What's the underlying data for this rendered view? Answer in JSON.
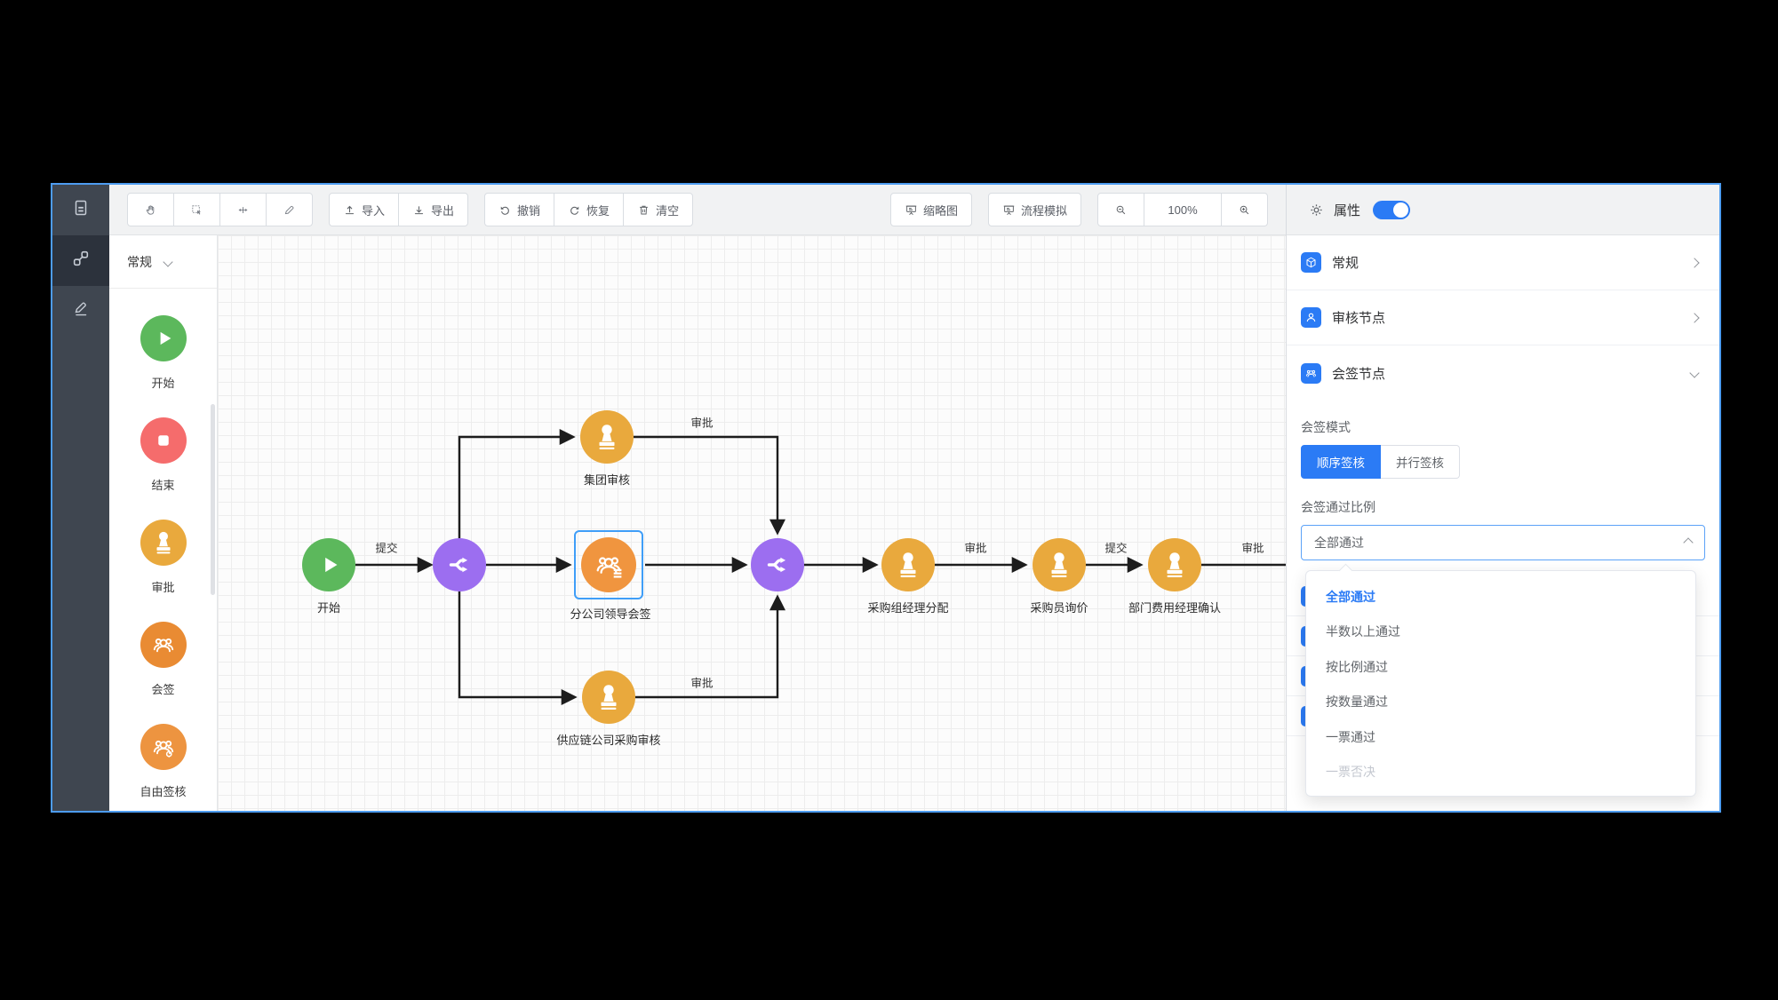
{
  "sidebar": {
    "items": [
      {
        "icon": "document-icon"
      },
      {
        "icon": "flow-icon",
        "active": true
      },
      {
        "icon": "pencil-icon"
      }
    ]
  },
  "toolbar": {
    "tools": [
      {
        "icon": "hand-icon"
      },
      {
        "icon": "marquee-select-icon"
      },
      {
        "icon": "fit-icon"
      },
      {
        "icon": "pen-icon"
      }
    ],
    "import_label": "导入",
    "export_label": "导出",
    "undo_label": "撤销",
    "redo_label": "恢复",
    "clear_label": "清空",
    "thumbnail_label": "缩略图",
    "simulation_label": "流程模拟",
    "zoom_level": "100%"
  },
  "palette": {
    "group_label": "常规",
    "items": [
      {
        "label": "开始",
        "icon": "play-icon",
        "color": "#5cb85c"
      },
      {
        "label": "结束",
        "icon": "stop-icon",
        "color": "#f56c6c"
      },
      {
        "label": "审批",
        "icon": "stamp-icon",
        "color": "#e9a93d"
      },
      {
        "label": "会签",
        "icon": "people-icon",
        "color": "#e98b33"
      },
      {
        "label": "自由签核",
        "icon": "people-gear-icon",
        "color": "#ed9440"
      }
    ]
  },
  "properties": {
    "title": "属性",
    "toggle_on": true,
    "sections": [
      {
        "label": "常规",
        "icon": "cube-icon",
        "state": "collapsed"
      },
      {
        "label": "审核节点",
        "icon": "person-icon",
        "state": "collapsed"
      },
      {
        "label": "会签节点",
        "icon": "people-icon",
        "state": "expanded"
      }
    ],
    "countersign_mode": {
      "label": "会签模式",
      "options": [
        "顺序签核",
        "并行签核"
      ],
      "selected": "顺序签核"
    },
    "pass_ratio": {
      "label": "会签通过比例",
      "value": "全部通过"
    },
    "dropdown": {
      "options": [
        {
          "label": "全部通过",
          "state": "selected"
        },
        {
          "label": "半数以上通过",
          "state": "normal"
        },
        {
          "label": "按比例通过",
          "state": "normal"
        },
        {
          "label": "按数量通过",
          "state": "normal"
        },
        {
          "label": "一票通过",
          "state": "normal"
        },
        {
          "label": "一票否决",
          "state": "disabled"
        }
      ]
    },
    "hidden_section_icons": 4
  },
  "canvas": {
    "nodes": [
      {
        "label": "开始",
        "type": "start"
      },
      {
        "label": "",
        "type": "gateway-split"
      },
      {
        "label": "集团审核",
        "type": "approval"
      },
      {
        "label": "分公司领导会签",
        "type": "countersign",
        "selected": true
      },
      {
        "label": "供应链公司采购审核",
        "type": "approval"
      },
      {
        "label": "",
        "type": "gateway-merge"
      },
      {
        "label": "采购组经理分配",
        "type": "approval"
      },
      {
        "label": "采购员询价",
        "type": "approval"
      },
      {
        "label": "部门费用经理确认",
        "type": "approval"
      }
    ],
    "edge_labels": [
      "提交",
      "审批",
      "审批",
      "审批",
      "提交",
      "审批"
    ]
  },
  "colors": {
    "accent_blue": "#2b7bf5",
    "frame_blue": "#4d9cf0",
    "start_green": "#5cb85c",
    "end_red": "#f56c6c",
    "approval_amber": "#e9a93d",
    "countersign_orange": "#f0953f",
    "gateway_purple": "#9c6ef0",
    "selection_blue": "#3f9ef8"
  }
}
